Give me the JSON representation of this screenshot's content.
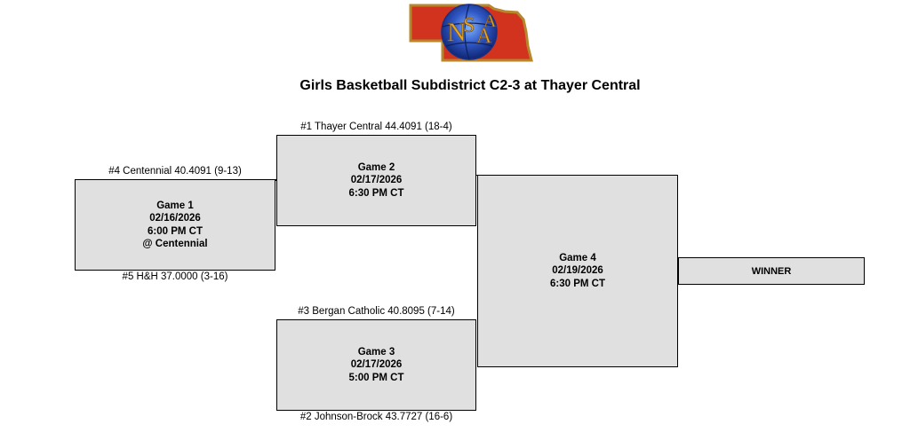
{
  "header": {
    "logo_text": "NSAA",
    "title": "Girls Basketball Subdistrict C2-3 at Thayer Central"
  },
  "games": {
    "game1": {
      "label": "Game 1",
      "date": "02/16/2026",
      "time": "6:00 PM CT",
      "location": "@ Centennial"
    },
    "game2": {
      "label": "Game 2",
      "date": "02/17/2026",
      "time": "6:30 PM CT"
    },
    "game3": {
      "label": "Game 3",
      "date": "02/17/2026",
      "time": "5:00 PM CT"
    },
    "game4": {
      "label": "Game 4",
      "date": "02/19/2026",
      "time": "6:30 PM CT"
    }
  },
  "teams": {
    "seed4": "#4 Centennial 40.4091 (9-13)",
    "seed5": "#5 H&H 37.0000 (3-16)",
    "seed1": "#1 Thayer Central 44.4091 (18-4)",
    "seed3": "#3 Bergan Catholic 40.8095 (7-14)",
    "seed2": "#2 Johnson-Brock 43.7727 (16-6)"
  },
  "winner": {
    "label": "WINNER"
  },
  "colors": {
    "box_fill": "#e0e0e0",
    "logo_red": "#d1331f",
    "logo_gold": "#e5a823",
    "logo_blue": "#2b3a9a"
  }
}
